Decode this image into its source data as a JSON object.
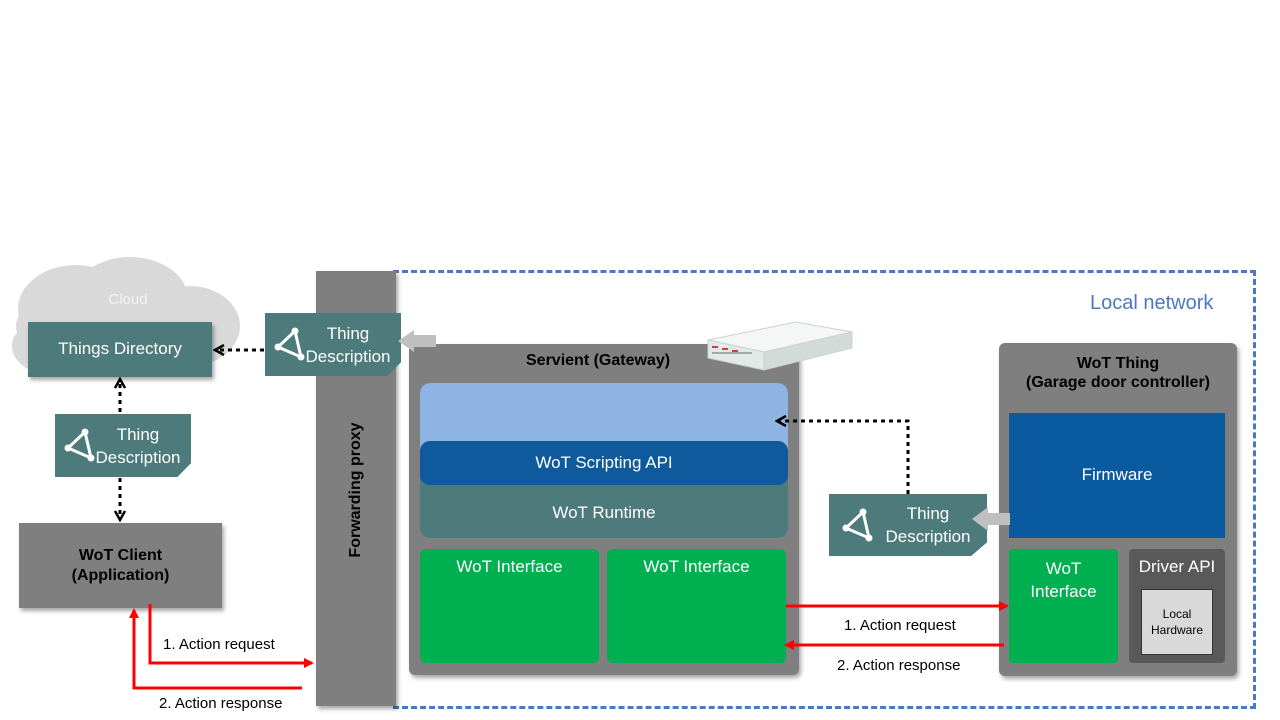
{
  "local_network_label": "Local network",
  "cloud": {
    "label": "Cloud"
  },
  "things_directory": {
    "label": "Things Directory"
  },
  "thing_description": {
    "label": "Thing\nDescription"
  },
  "forwarding_proxy": {
    "label": "Forwarding proxy"
  },
  "wot_client": {
    "label": "WoT Client\n(Application)"
  },
  "servient": {
    "title": "Servient (Gateway)",
    "scripting_api": "WoT Scripting API",
    "runtime": "WoT Runtime",
    "interface_1": "WoT Interface",
    "interface_2": "WoT Interface"
  },
  "wot_thing": {
    "title": "WoT Thing\n(Garage door controller)",
    "firmware": "Firmware",
    "interface": "WoT\nInterface",
    "driver_api": "Driver API",
    "local_hardware": "Local\nHardware"
  },
  "arrows": {
    "action_request": "1. Action request",
    "action_response": "2. Action response"
  },
  "colors": {
    "dark_teal": "#4d7a7a",
    "gray": "#7f7f7f",
    "light_blue": "#8eb4e3",
    "scripting_blue": "#0f5a9c",
    "firmware_blue": "#0a5aa0",
    "green": "#00b050",
    "red": "#ff0000",
    "network_border": "#4a78c2"
  },
  "icons": [
    "thing-description-icon",
    "gateway-device-icon",
    "cloud-icon"
  ]
}
